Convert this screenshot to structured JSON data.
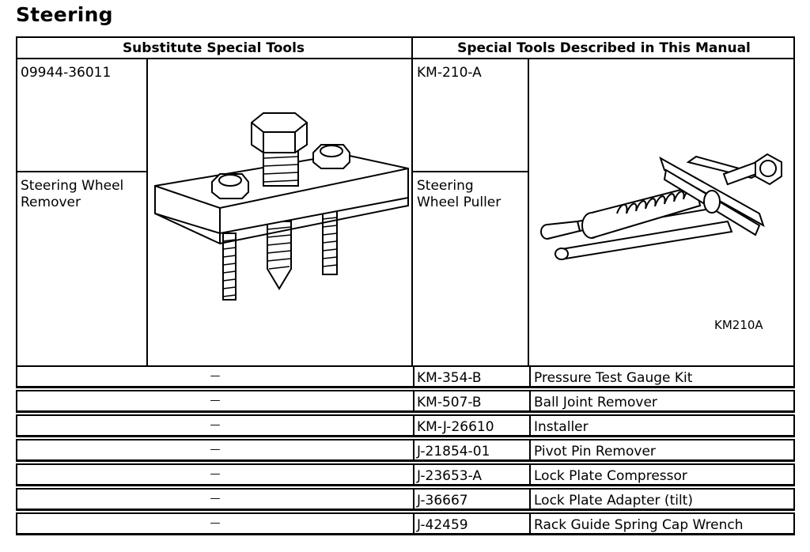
{
  "title": "Steering",
  "headers": {
    "left": "Substitute Special Tools",
    "right": "Special Tools Described in This Manual"
  },
  "substitute_tool": {
    "number": "09944-36011",
    "name_line1": "Steering Wheel",
    "name_line2": "Remover"
  },
  "manual_tool": {
    "number": "KM-210-A",
    "name_line1": "Steering",
    "name_line2": "Wheel Puller",
    "image_label": "KM210A"
  },
  "rows": [
    {
      "substitute": "—",
      "number": "KM-354-B",
      "description": "Pressure Test Gauge Kit"
    },
    {
      "substitute": "—",
      "number": "KM-507-B",
      "description": "Ball Joint Remover"
    },
    {
      "substitute": "—",
      "number": "KM-J-26610",
      "description": "Installer"
    },
    {
      "substitute": "—",
      "number": "J-21854-01",
      "description": "Pivot Pin Remover"
    },
    {
      "substitute": "—",
      "number": "J-23653-A",
      "description": "Lock Plate Compressor"
    },
    {
      "substitute": "—",
      "number": "J-36667",
      "description": "Lock Plate Adapter (tilt)"
    },
    {
      "substitute": "—",
      "number": "J-42459",
      "description": "Rack Guide Spring Cap Wrench"
    }
  ]
}
